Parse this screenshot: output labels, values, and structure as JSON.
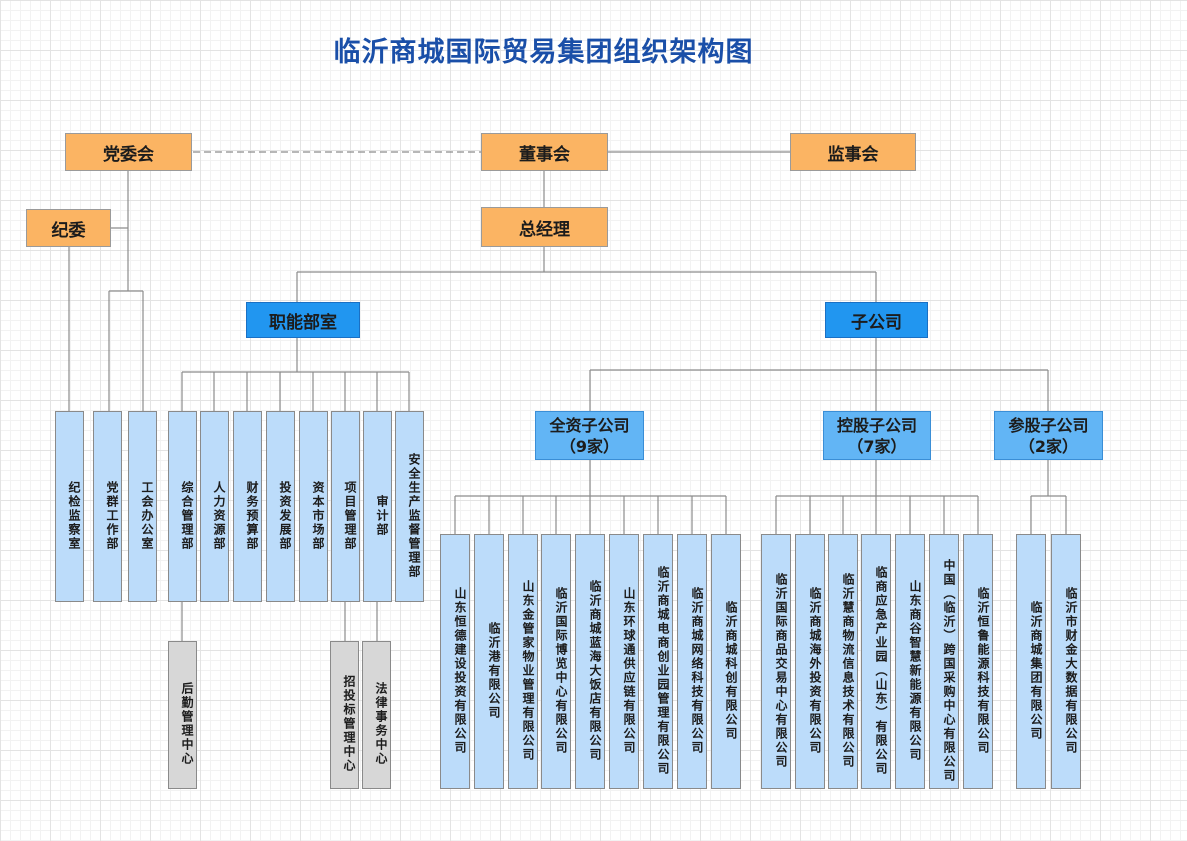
{
  "title": "临沂商城国际贸易集团组织架构图",
  "top": {
    "party_committee": "党委会",
    "board": "董事会",
    "supervisory_board": "监事会",
    "discipline_committee": "纪委",
    "general_manager": "总经理"
  },
  "party_units": [
    "纪检监察室",
    "党群工作部",
    "工会办公室"
  ],
  "functional_departments": {
    "label": "职能部室",
    "items": [
      "综合管理部",
      "人力资源部",
      "财务预算部",
      "投资发展部",
      "资本市场部",
      "项目管理部",
      "审计部",
      "安全生产监督管理部"
    ],
    "sub_units": [
      "后勤管理中心",
      "招投标管理中心",
      "法律事务中心"
    ]
  },
  "subsidiaries": {
    "label": "子公司",
    "wholly_owned": {
      "label": "全资子公司\n（9家）",
      "items": [
        "山东恒德建设投资有限公司",
        "临沂港有限公司",
        "山东金管家物业管理有限公司",
        "临沂国际博览中心有限公司",
        "临沂商城蓝海大饭店有限公司",
        "山东环球通供应链有限公司",
        "临沂商城电商创业园管理有限公司",
        "临沂商城网络科技有限公司",
        "临沂商城科创有限公司"
      ]
    },
    "holding": {
      "label": "控股子公司\n（7家）",
      "items": [
        "临沂国际商品交易中心有限公司",
        "临沂商城海外投资有限公司",
        "临沂慧商物流信息技术有限公司",
        "临商应急产业园（山东）有限公司",
        "山东商谷智慧新能源有限公司",
        "中国（临沂）跨国采购中心有限公司",
        "临沂恒鲁能源科技有限公司"
      ]
    },
    "participating": {
      "label": "参股子公司\n（2家）",
      "items": [
        "临沂商城集团有限公司",
        "临沂市财金大数据有限公司"
      ]
    }
  },
  "colors": {
    "title": "#1a4fa8",
    "leadership": "#fbb463",
    "category": "#2196f0",
    "subcategory": "#62b5f5",
    "unit": "#bcdcfa",
    "center": "#d7d7d7"
  }
}
